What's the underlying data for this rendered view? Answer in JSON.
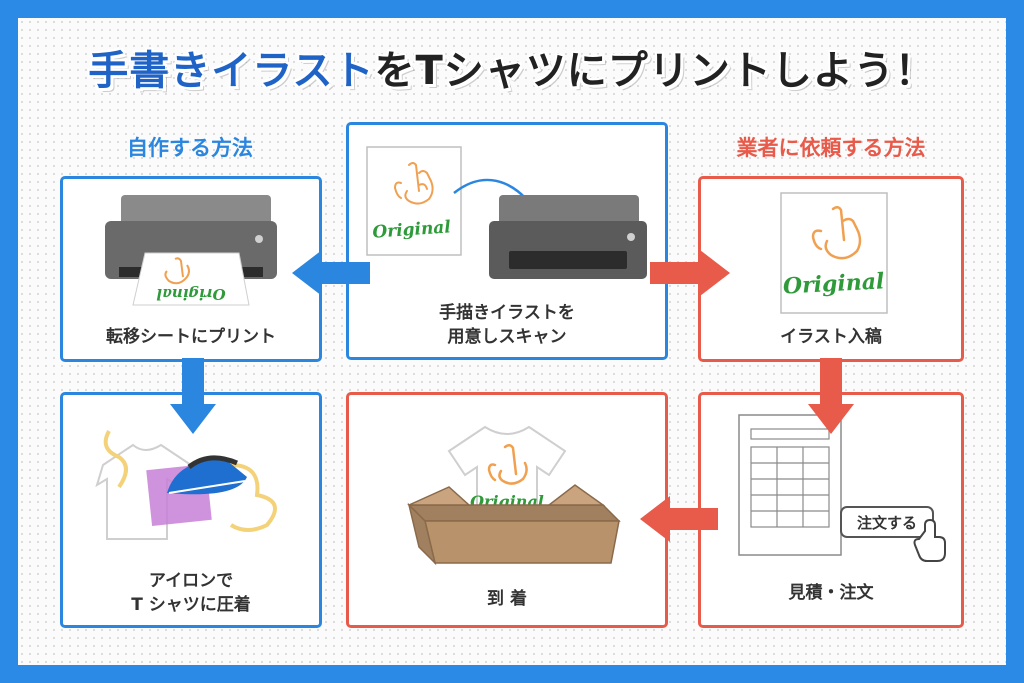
{
  "title": {
    "part1": "手書きイラスト",
    "part2": "をTシャツにプリントしよう！"
  },
  "headings": {
    "diy": "自作する方法",
    "vendor": "業者に依頼する方法"
  },
  "steps": {
    "scan": {
      "line1": "手描きイラストを",
      "line2": "用意しスキャン"
    },
    "print_transfer": {
      "label": "転移シートにプリント"
    },
    "iron": {
      "line1": "アイロンで",
      "line2": "T シャツに圧着"
    },
    "submit": {
      "label": "イラスト入稿"
    },
    "quote": {
      "label": "見積・注文"
    },
    "arrival": {
      "label": "到 着"
    }
  },
  "illustration": {
    "art_text": "Original",
    "order_button": "注文する"
  },
  "colors": {
    "blue": "#2b86e0",
    "red": "#e85a4a",
    "frame": "#2b8ae6",
    "art_green": "#2e9a3a",
    "art_orange": "#f0a050"
  }
}
